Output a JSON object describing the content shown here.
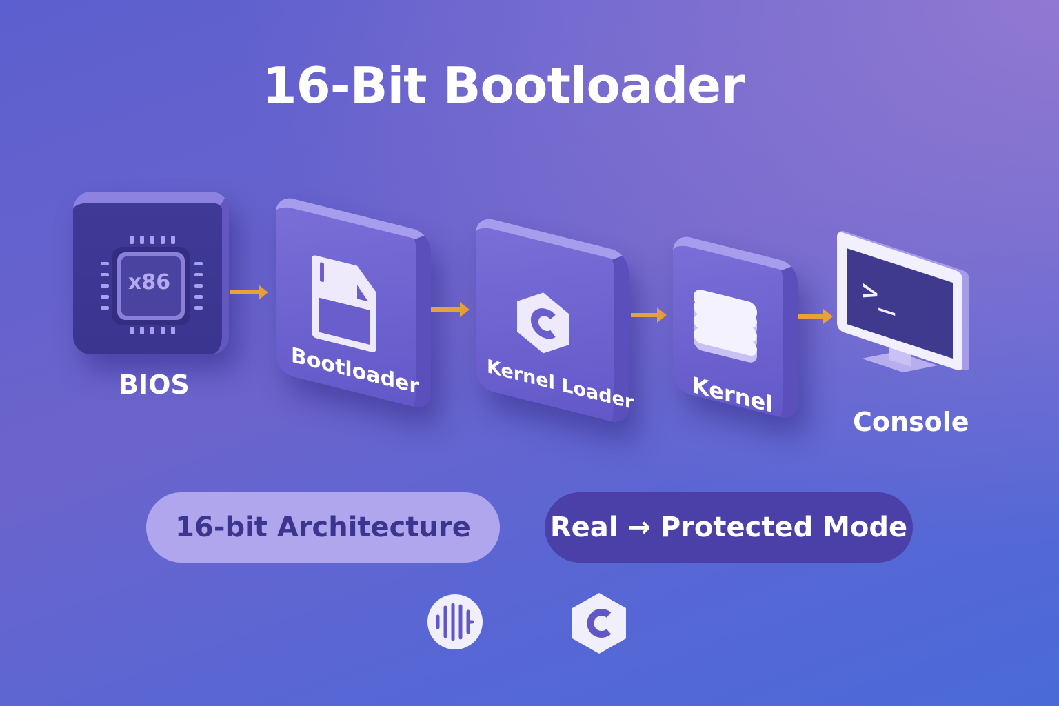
{
  "title": "16-Bit Bootloader",
  "stages": [
    {
      "label": "BIOS",
      "icon": "cpu-chip-icon",
      "chip_text": "x86"
    },
    {
      "label": "Bootloader",
      "icon": "floppy-disk-icon"
    },
    {
      "label": "Kernel Loader",
      "icon": "c-language-icon"
    },
    {
      "label": "Kernel",
      "icon": "layers-stack-icon"
    },
    {
      "label": "Console",
      "icon": "terminal-monitor-icon",
      "prompt": ">_"
    }
  ],
  "pills": {
    "architecture": "16-bit Architecture",
    "mode": "Real → Protected Mode"
  },
  "bottom_icons": [
    "audio-waveform-icon",
    "c-language-icon"
  ],
  "colors": {
    "arrow": "#e9a23b",
    "pill_light": "#b0a6ee",
    "pill_dark": "#4a40a8"
  }
}
